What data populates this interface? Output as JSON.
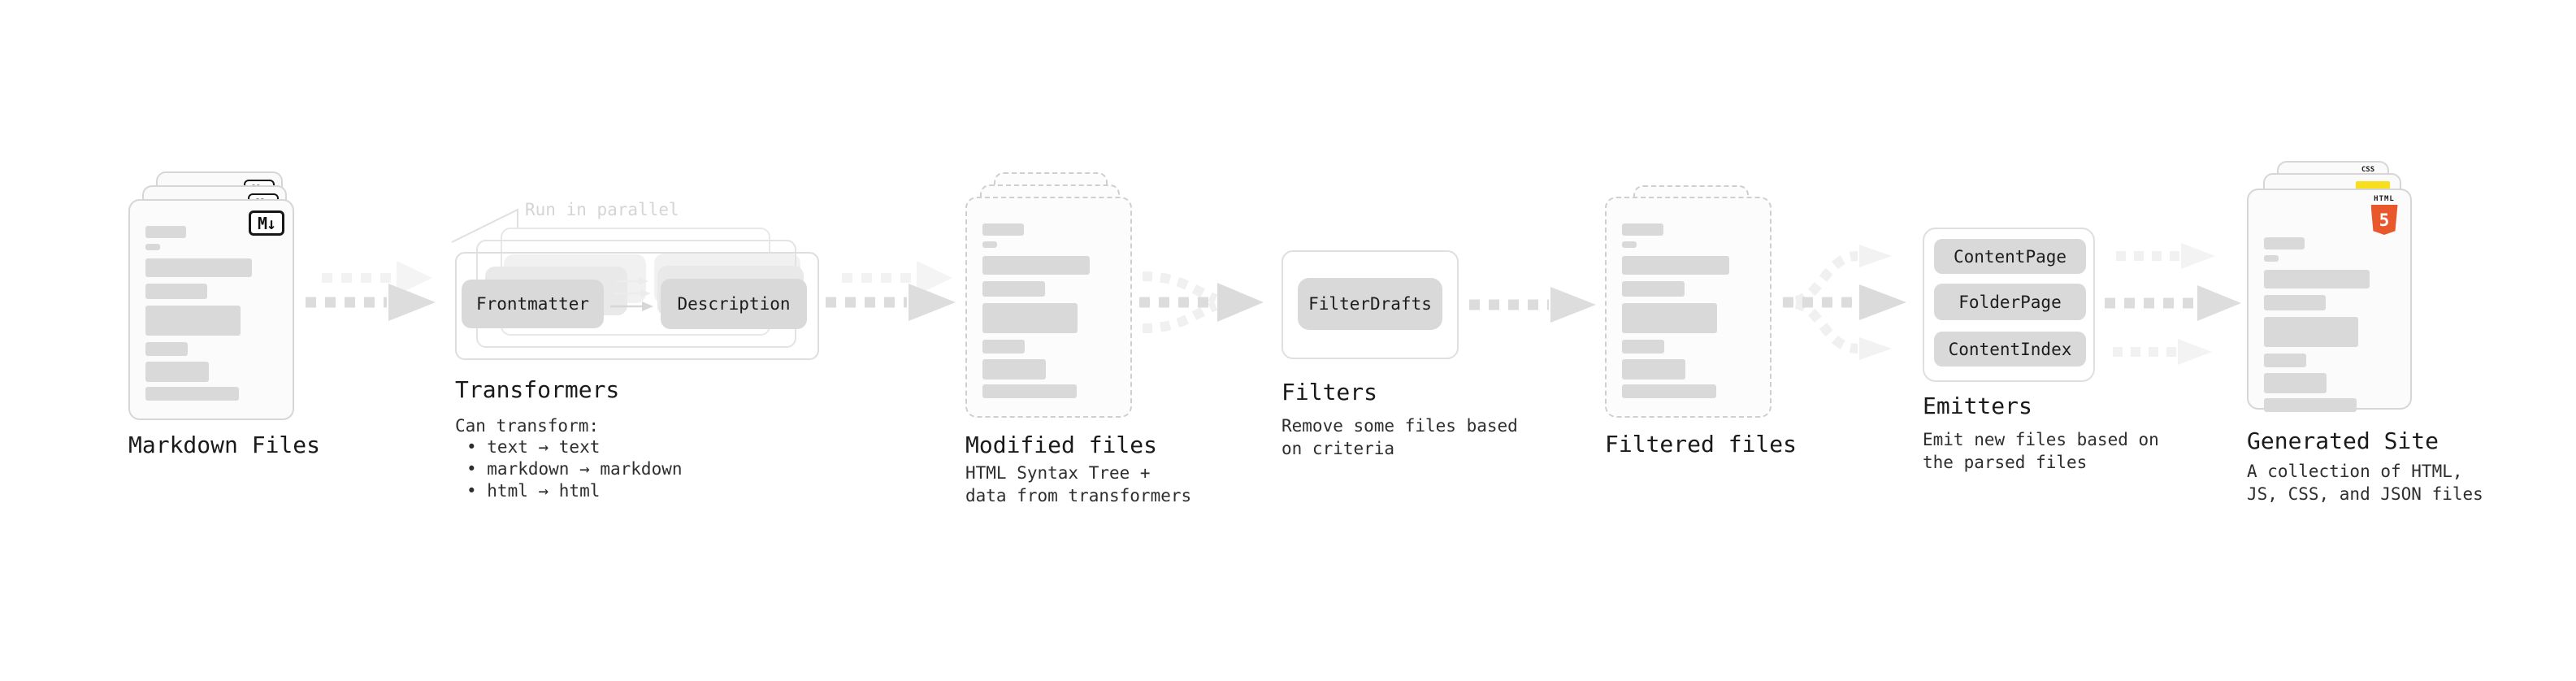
{
  "pipeline": {
    "markdown_files": {
      "label": "Markdown Files",
      "badge": "M↓"
    },
    "transformers": {
      "label": "Transformers",
      "annotation": "Run in parallel",
      "button_left": "Frontmatter",
      "button_right": "Description",
      "desc_title": "Can transform:",
      "bullets": [
        "• text → text",
        "• markdown → markdown",
        "• html → html"
      ]
    },
    "modified_files": {
      "label": "Modified files",
      "desc": "HTML Syntax Tree +\ndata from transformers"
    },
    "filters": {
      "label": "Filters",
      "button": "FilterDrafts",
      "desc": "Remove some files based\non criteria"
    },
    "filtered_files": {
      "label": "Filtered files"
    },
    "emitters": {
      "label": "Emitters",
      "buttons": [
        "ContentPage",
        "FolderPage",
        "ContentIndex"
      ],
      "desc": "Emit new files based on\nthe parsed files"
    },
    "generated_site": {
      "label": "Generated Site",
      "desc": "A collection of HTML,\nJS, CSS, and JSON files",
      "badge_css": "CSS",
      "badge_html": "HTML",
      "badge_html_number": "5"
    },
    "colors": {
      "text_bar": "#d9d9d9",
      "node_button_bg": "#d9d9d9",
      "arrow_dark": "#dcdcdc",
      "arrow_light": "#f1f1f1",
      "html5_orange": "#e8582c",
      "js_yellow": "#f7df1e",
      "css_blue": "#2e63e6"
    }
  }
}
